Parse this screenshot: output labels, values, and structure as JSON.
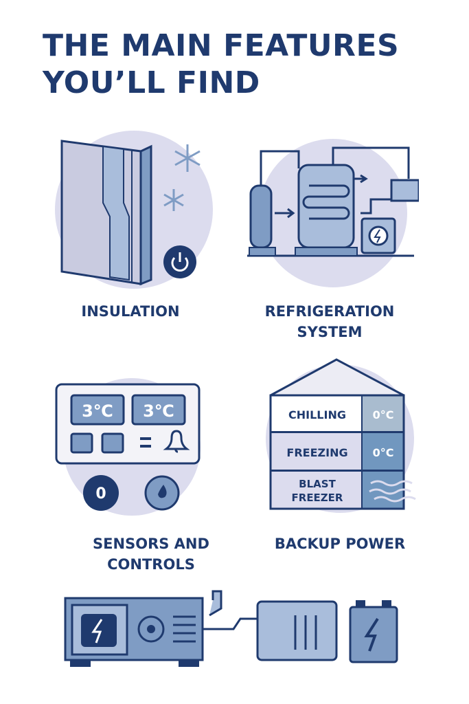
{
  "title": {
    "line1": "THE MAIN FEATURES",
    "line2": "YOU’LL FIND"
  },
  "features": [
    {
      "label": "INSULATION",
      "icon": "insulation-panel-icon"
    },
    {
      "label_line1": "REFRIGERATION",
      "label_line2": "SYSTEM",
      "icon": "refrigeration-system-icon"
    },
    {
      "label_line1": "SENSORS AND",
      "label_line2": "CONTROLS",
      "icon": "control-panel-icon"
    },
    {
      "label": "BACKUP POWER",
      "icon": "storage-zones-icon"
    }
  ],
  "controls": {
    "display1": "3℃",
    "display2": "3℃",
    "knob_value": "0"
  },
  "zones": [
    {
      "name": "CHILLING",
      "temp": "0°C"
    },
    {
      "name": "FREEZING",
      "temp": "0°C"
    },
    {
      "name_line1": "BLAST",
      "name_line2": "FREEZER"
    }
  ],
  "colors": {
    "navy": "#1f3a6e",
    "mid_blue": "#7f9cc4",
    "light_circle": "#dcdcee"
  }
}
